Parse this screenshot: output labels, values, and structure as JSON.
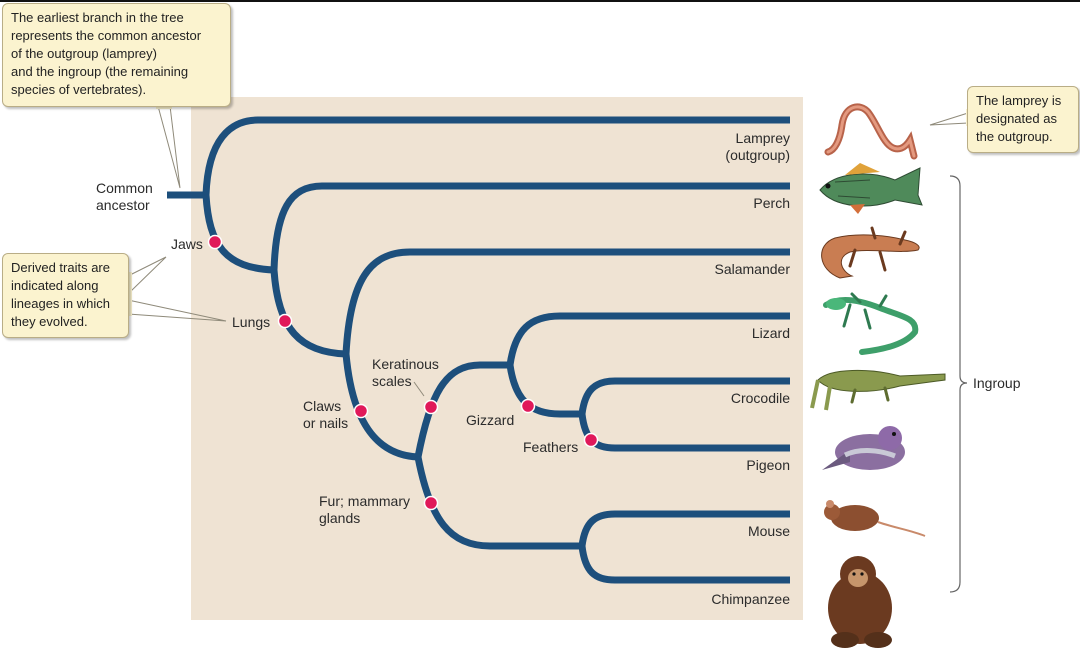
{
  "common_ancestor": "Common\nancestor",
  "taxa": [
    {
      "name": "Lamprey",
      "sub": "(outgroup)",
      "animal": "lamprey"
    },
    {
      "name": "Perch",
      "animal": "perch"
    },
    {
      "name": "Salamander",
      "animal": "salamander"
    },
    {
      "name": "Lizard",
      "animal": "lizard"
    },
    {
      "name": "Crocodile",
      "animal": "crocodile"
    },
    {
      "name": "Pigeon",
      "animal": "pigeon"
    },
    {
      "name": "Mouse",
      "animal": "mouse"
    },
    {
      "name": "Chimpanzee",
      "animal": "chimpanzee"
    }
  ],
  "traits": {
    "jaws": "Jaws",
    "lungs": "Lungs",
    "claws": "Claws\nor nails",
    "keratinous": "Keratinous\nscales",
    "gizzard": "Gizzard",
    "feathers": "Feathers",
    "fur": "Fur; mammary\nglands"
  },
  "ingroup_label": "Ingroup",
  "callouts": {
    "earliest_branch": "The earliest branch in the tree\nrepresents the common ancestor\nof the outgroup (lamprey)\nand the ingroup (the remaining\nspecies of vertebrates).",
    "derived_traits": "Derived traits are\nindicated along\nlineages in which\nthey evolved.",
    "outgroup": "The lamprey is\ndesignated as\nthe outgroup."
  },
  "colors": {
    "branch": "#1d4f7c",
    "trait_dot": "#e0195a",
    "panel": "#efe3d3",
    "callout_fill": "#fbf3cf"
  }
}
